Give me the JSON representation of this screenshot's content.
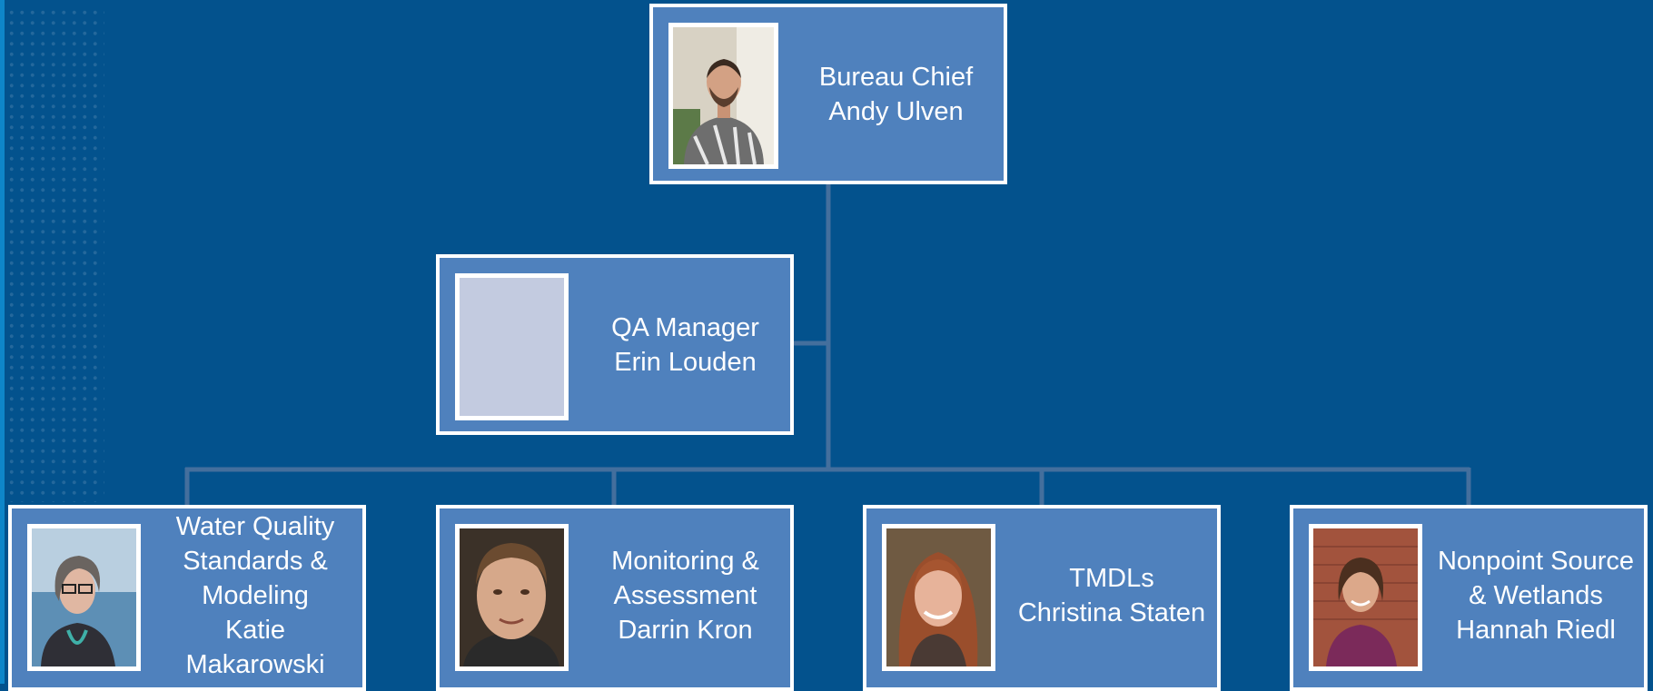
{
  "colors": {
    "background": "#03528d",
    "card_fill": "#4f81bd",
    "card_border": "#ffffff",
    "connector": "#446f9d",
    "placeholder": "#c3cbe0"
  },
  "org_chart": {
    "head": {
      "title": "Bureau Chief",
      "name": "Andy Ulven",
      "photo": "portrait-man-patterned-shirt"
    },
    "assistant": {
      "title": "QA Manager",
      "name": "Erin Louden",
      "photo": "empty-placeholder"
    },
    "reports": [
      {
        "title_lines": [
          "Water Quality",
          "Standards &",
          "Modeling"
        ],
        "name_lines": [
          "Katie",
          "Makarowski"
        ],
        "photo": "portrait-woman-glasses"
      },
      {
        "title_lines": [
          "Monitoring &",
          "Assessment"
        ],
        "name_lines": [
          "Darrin Kron"
        ],
        "photo": "portrait-man-closeup"
      },
      {
        "title_lines": [
          "TMDLs"
        ],
        "name_lines": [
          "Christina Staten"
        ],
        "photo": "portrait-woman-red-hair"
      },
      {
        "title_lines": [
          "Nonpoint Source",
          "& Wetlands"
        ],
        "name_lines": [
          "Hannah Riedl"
        ],
        "photo": "portrait-woman-brick-wall"
      }
    ]
  }
}
